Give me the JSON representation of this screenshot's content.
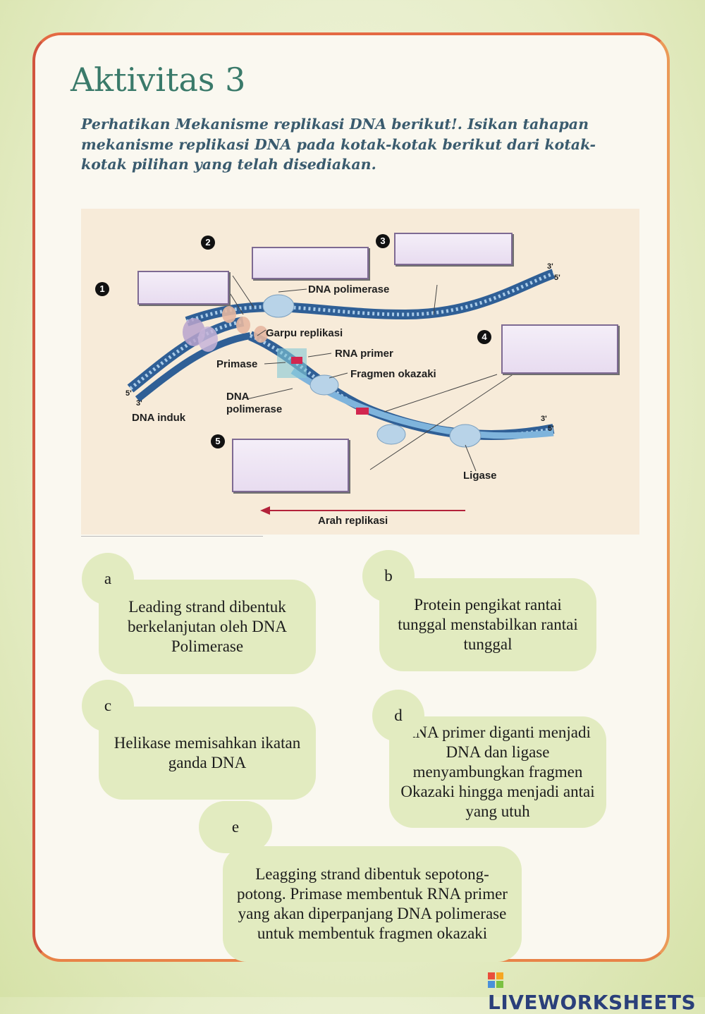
{
  "title": "Aktivitas 3",
  "instruction": "Perhatikan Mekanisme replikasi DNA berikut!. Isikan tahapan mekanisme replikasi DNA pada kotak-kotak berikut dari kotak-kotak pilihan yang telah disediakan.",
  "figure": {
    "numbers": [
      "1",
      "2",
      "3",
      "4",
      "5"
    ],
    "labels": {
      "dna_polimerase_top": "DNA polimerase",
      "garpu_replikasi": "Garpu replikasi",
      "rna_primer": "RNA primer",
      "primase": "Primase",
      "fragmen_okazaki": "Fragmen okazaki",
      "dna_polimerase_mid_1": "DNA",
      "dna_polimerase_mid_2": "polimerase",
      "dna_induk": "DNA induk",
      "ligase": "Ligase",
      "arah_replikasi": "Arah replikasi",
      "prime3_top": "3'",
      "prime5_top": "5'",
      "prime5_left": "5'",
      "prime3_left": "3'",
      "prime3_right": "3'",
      "prime5_right": "5'"
    }
  },
  "options": [
    {
      "letter": "a",
      "text": "Leading strand dibentuk berkelanjutan oleh DNA Polimerase"
    },
    {
      "letter": "b",
      "text": "Protein pengikat rantai tunggal menstabilkan rantai tunggal"
    },
    {
      "letter": "c",
      "text": "Helikase memisahkan ikatan ganda DNA"
    },
    {
      "letter": "d",
      "text": "RNA primer diganti menjadi DNA dan ligase menyambungkan fragmen Okazaki hingga menjadi antai yang utuh"
    },
    {
      "letter": "e",
      "text": "Leagging strand dibentuk sepotong-potong. Primase membentuk RNA primer yang akan diperpanjang DNA polimerase untuk membentuk fragmen okazaki"
    }
  ],
  "brand": "LIVEWORKSHEETS"
}
